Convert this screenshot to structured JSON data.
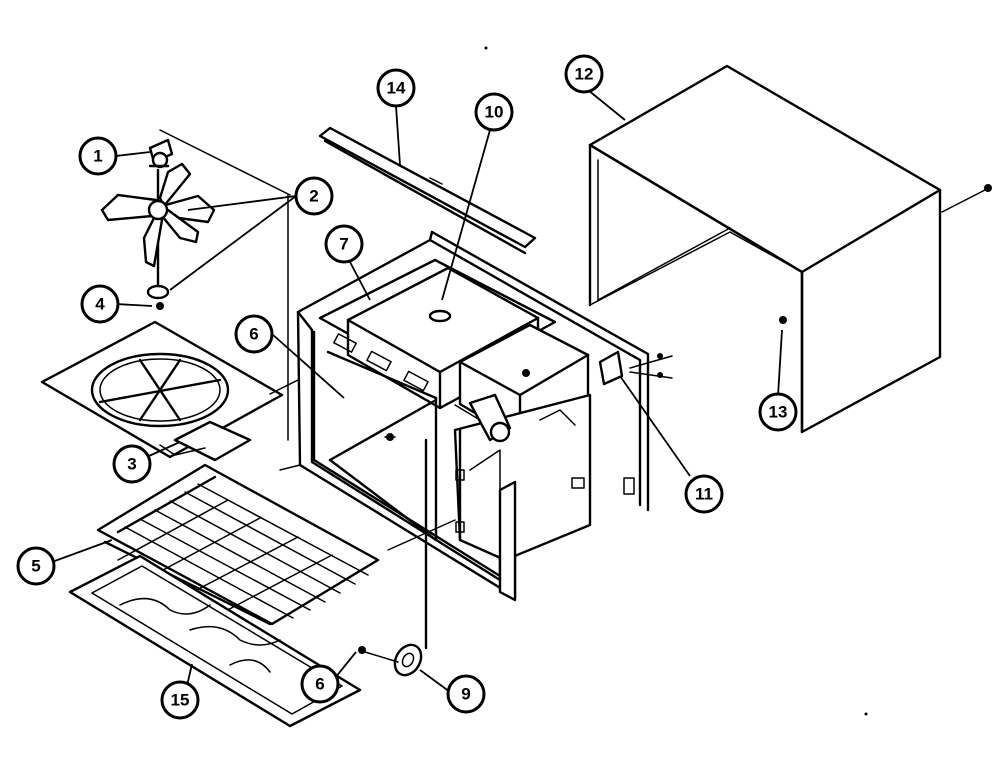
{
  "diagram": {
    "callouts": [
      {
        "id": "c1",
        "label": "1"
      },
      {
        "id": "c2",
        "label": "2"
      },
      {
        "id": "c3",
        "label": "3"
      },
      {
        "id": "c4",
        "label": "4"
      },
      {
        "id": "c5",
        "label": "5"
      },
      {
        "id": "c6a",
        "label": "6"
      },
      {
        "id": "c7",
        "label": "7"
      },
      {
        "id": "c6b",
        "label": "6"
      },
      {
        "id": "c9",
        "label": "9"
      },
      {
        "id": "c10",
        "label": "10"
      },
      {
        "id": "c11",
        "label": "11"
      },
      {
        "id": "c12",
        "label": "12"
      },
      {
        "id": "c13",
        "label": "13"
      },
      {
        "id": "c14",
        "label": "14"
      },
      {
        "id": "c15",
        "label": "15"
      }
    ]
  }
}
